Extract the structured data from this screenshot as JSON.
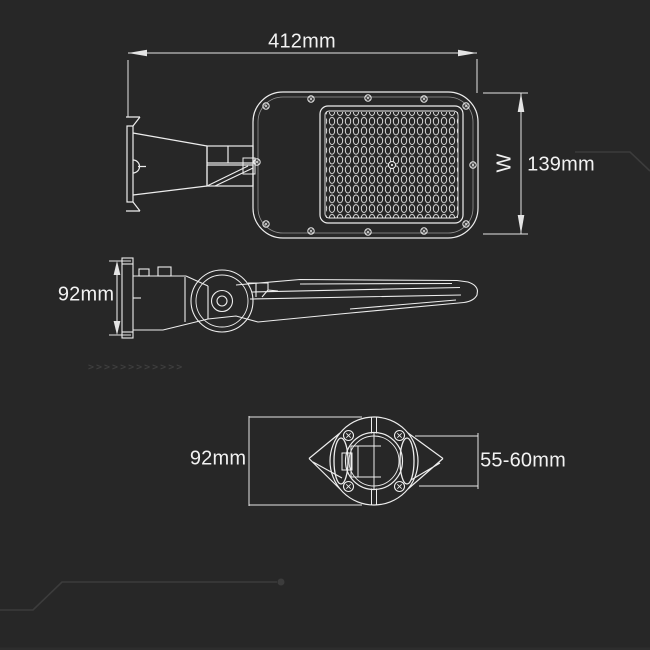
{
  "drawing": {
    "labels": {
      "top_width": "412mm",
      "top_height": "139mm",
      "width_axis": "W",
      "side_height": "92mm",
      "mount_plate_height": "92mm",
      "pole_clamp_diameter": "55-60mm"
    },
    "decor": {
      "chevrons": ">>>>>>>>>>>>"
    },
    "colors": {
      "background": "#272727",
      "drawing_line": "#ededed",
      "text": "#f2f2f2",
      "decor_line": "#3c3c3c"
    }
  }
}
